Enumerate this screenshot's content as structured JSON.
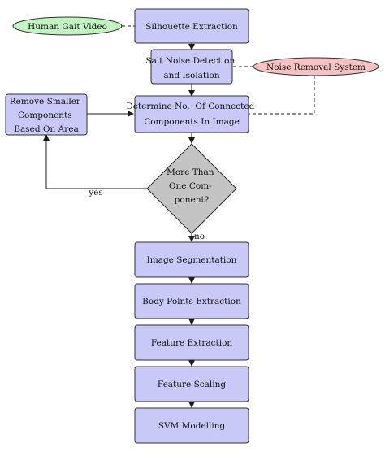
{
  "diagram": {
    "colors": {
      "box_fill": "#c9c9f7",
      "box_stroke": "#2f2f2f",
      "input_fill": "#c3f3c3",
      "noise_fill": "#f6c2c2",
      "decision_fill": "#c4c4c4",
      "line": "#1a1a1a"
    },
    "input": {
      "label": "Human Gait Video"
    },
    "noise_system": {
      "label": "Noise Removal System"
    },
    "steps": {
      "silhouette": [
        "Silhouette Extraction"
      ],
      "salt_noise": [
        "Salt Noise Detection",
        "and Isolation"
      ],
      "connected": [
        "Determine No.  Of Connected",
        "Components In Image"
      ],
      "remove_small": [
        "Remove Smaller",
        "Components",
        "Based On Area"
      ]
    },
    "decision": {
      "lines": [
        "More Than",
        "One Com-",
        "ponent?"
      ]
    },
    "edge_labels": {
      "yes": "yes",
      "no": "no"
    },
    "pipeline": [
      "Image Segmentation",
      "Body Points Extraction",
      "Feature Extraction",
      "Feature Scaling",
      "SVM Modelling"
    ]
  }
}
